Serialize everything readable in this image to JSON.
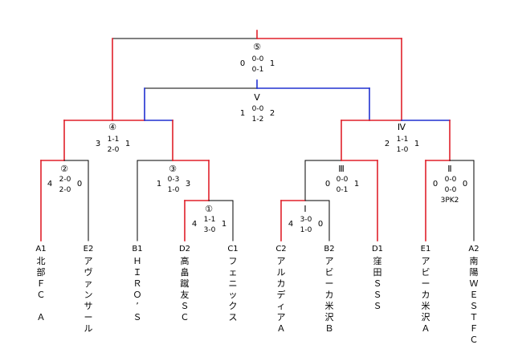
{
  "colors": {
    "winner_line": "#e0202a",
    "final_runner_line": "#2030d0",
    "plain_line": "#000000",
    "background": "#ffffff"
  },
  "teams": [
    {
      "code": "A1",
      "name": "北部ＦＣ　Ａ"
    },
    {
      "code": "E2",
      "name": "アヴァンサール"
    },
    {
      "code": "B1",
      "name": "ＨＩＲＯ’Ｓ"
    },
    {
      "code": "D2",
      "name": "高畠蹴友ＳＣ"
    },
    {
      "code": "C1",
      "name": "フェニックス"
    },
    {
      "code": "C2",
      "name": "アルカディアＡ"
    },
    {
      "code": "B2",
      "name": "アビーカ米沢Ｂ"
    },
    {
      "code": "D1",
      "name": "窪田ＳＳＳ"
    },
    {
      "code": "E1",
      "name": "アビーカ米沢Ａ"
    },
    {
      "code": "A2",
      "name": "南陽ＷＥＳＴＦＣ"
    }
  ],
  "matches": {
    "m1": {
      "label": "①",
      "left_total": "4",
      "right_total": "1",
      "halves": [
        "1-1",
        "3-0"
      ]
    },
    "m2": {
      "label": "②",
      "left_total": "4",
      "right_total": "0",
      "halves": [
        "2-0",
        "2-0"
      ]
    },
    "m3": {
      "label": "③",
      "left_total": "1",
      "right_total": "3",
      "halves": [
        "0-3",
        "1-0"
      ]
    },
    "m4": {
      "label": "④",
      "left_total": "3",
      "right_total": "1",
      "halves": [
        "1-1",
        "2-0"
      ]
    },
    "m5": {
      "label": "⑤",
      "left_total": "0",
      "right_total": "1",
      "halves": [
        "0-0",
        "0-1"
      ]
    },
    "mI": {
      "label": "Ⅰ",
      "left_total": "4",
      "right_total": "0",
      "halves": [
        "3-0",
        "1-0"
      ]
    },
    "mII": {
      "label": "Ⅱ",
      "left_total": "0",
      "right_total": "0",
      "halves": [
        "0-0",
        "0-0"
      ],
      "pk": "3PK2"
    },
    "mIII": {
      "label": "Ⅲ",
      "left_total": "0",
      "right_total": "1",
      "halves": [
        "0-0",
        "0-1"
      ]
    },
    "mIV": {
      "label": "Ⅳ",
      "left_total": "2",
      "right_total": "1",
      "halves": [
        "1-1",
        "1-0"
      ]
    },
    "mV": {
      "label": "Ⅴ",
      "left_total": "1",
      "right_total": "2",
      "halves": [
        "0-0",
        "1-2"
      ]
    }
  }
}
